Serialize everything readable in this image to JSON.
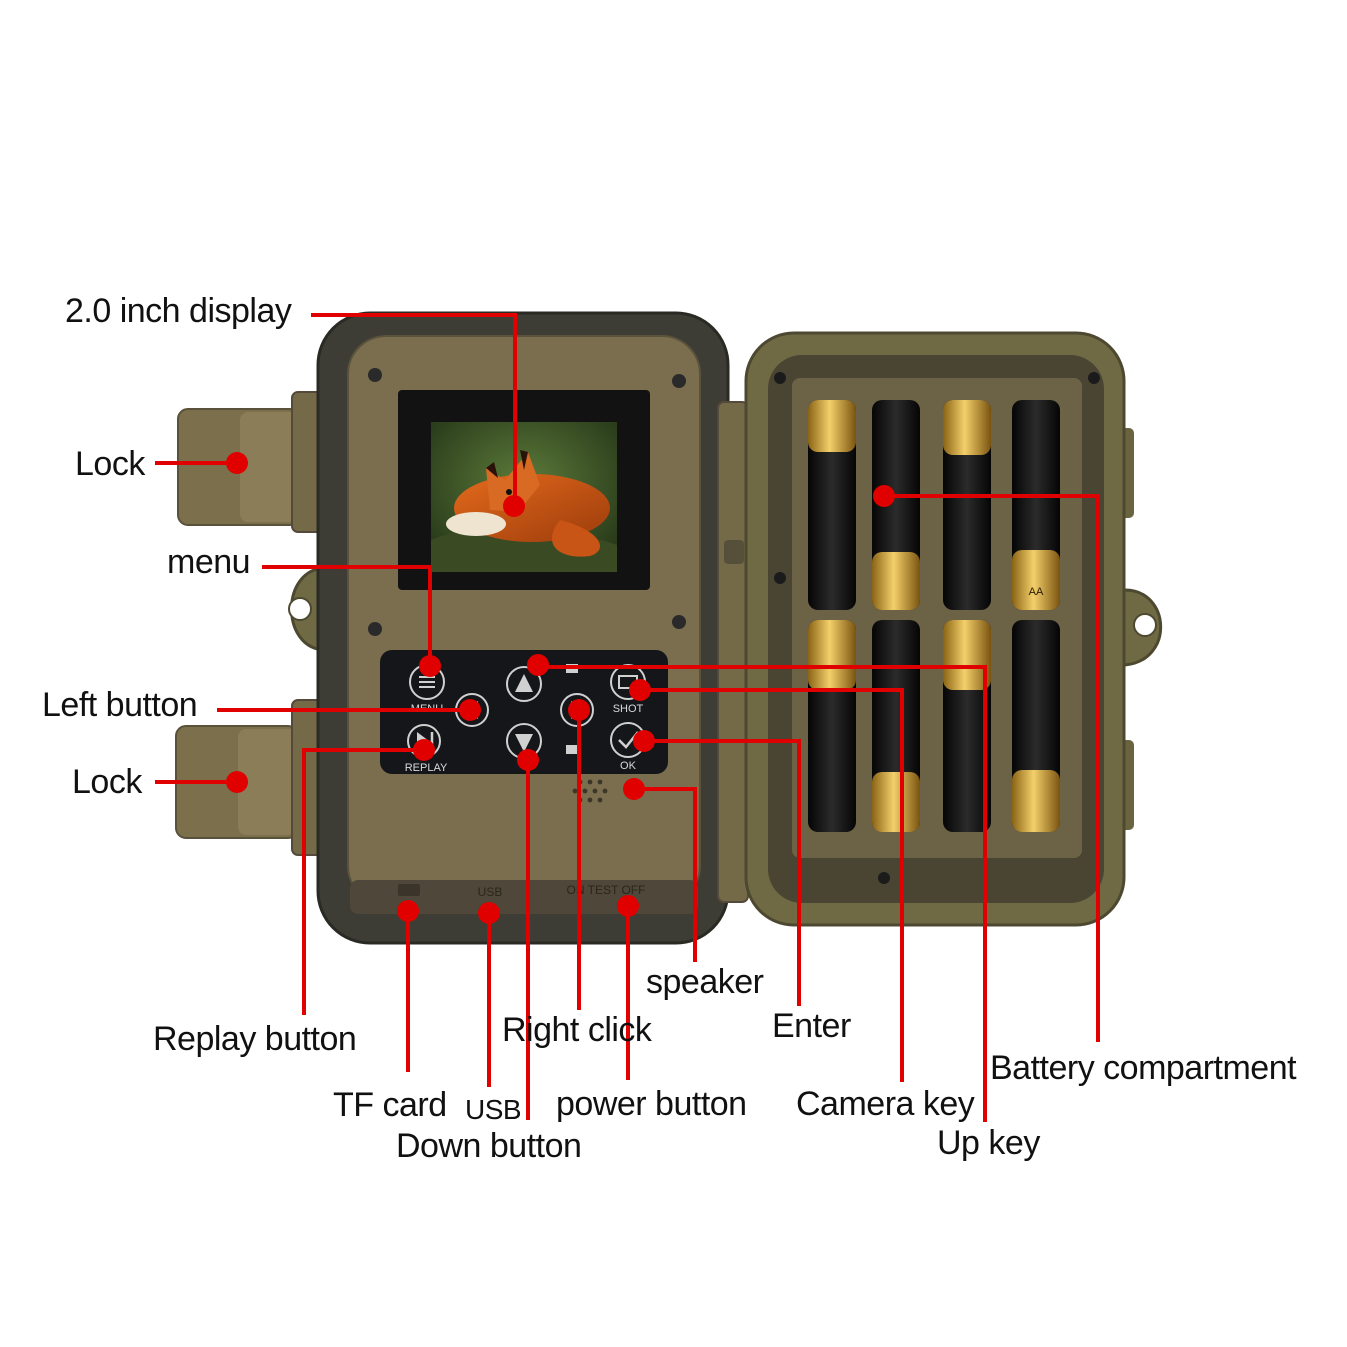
{
  "callouts": {
    "display": "2.0 inch display",
    "lock_top": "Lock",
    "menu": "menu",
    "left_button": "Left button",
    "lock_bottom": "Lock",
    "replay_button": "Replay button",
    "tf_card": "TF card",
    "usb": "USB",
    "down_button": "Down button",
    "right_click": "Right click",
    "power_button": "power button",
    "speaker": "speaker",
    "enter": "Enter",
    "camera_key": "Camera key",
    "up_key": "Up key",
    "battery_compartment": "Battery compartment"
  },
  "device": {
    "keypad": {
      "menu": "MENU",
      "shot": "SHOT",
      "replay": "REPLAY",
      "ok": "OK"
    },
    "bottom_edge": {
      "usb": "USB",
      "switch": "ON TEST OFF"
    },
    "battery_marking": "AA"
  },
  "colors": {
    "callout": "#e00000",
    "housing": "#6f6a43",
    "panel": "#7a6e4f",
    "keypad": "#15161a"
  }
}
